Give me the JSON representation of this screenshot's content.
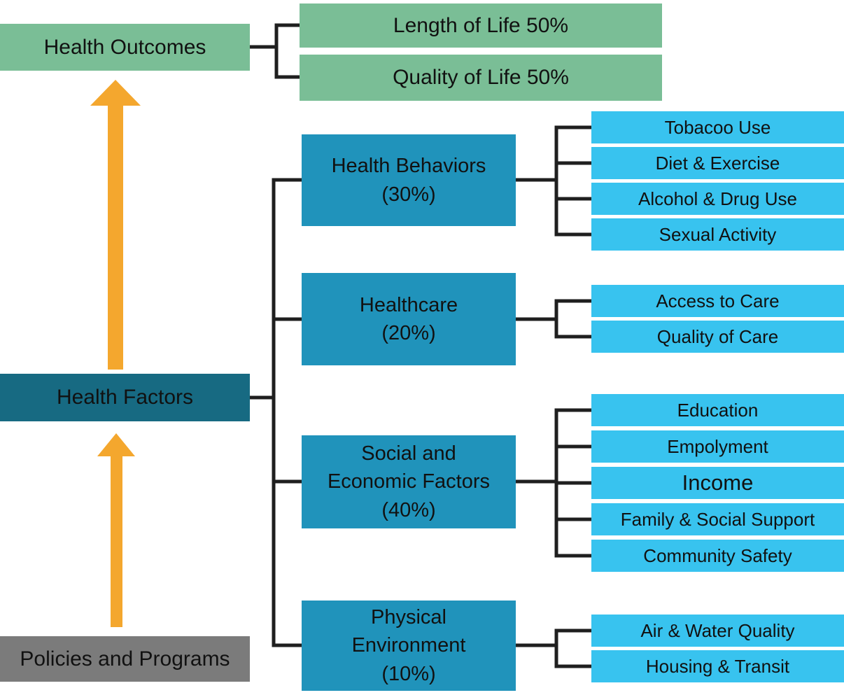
{
  "colors": {
    "outcomes_green": "#7abe96",
    "factor_blue": "#2093bb",
    "health_factors_teal": "#176a82",
    "child_cyan": "#38c3ef",
    "policies_gray": "#7b7b7b",
    "arrow_orange": "#f4a72e",
    "line_black": "#1f1f1f"
  },
  "nodes": {
    "health_outcomes": "Health Outcomes",
    "health_factors": "Health Factors",
    "policies_and_programs": "Policies and Programs"
  },
  "outcomes": [
    {
      "label": "Length of Life 50%"
    },
    {
      "label": "Quality of Life 50%"
    }
  ],
  "factors": [
    {
      "lines": [
        "Health Behaviors",
        "(30%)"
      ],
      "children": [
        {
          "label": "Tobacoo Use"
        },
        {
          "label": "Diet & Exercise"
        },
        {
          "label": "Alcohol & Drug Use"
        },
        {
          "label": "Sexual Activity"
        }
      ]
    },
    {
      "lines": [
        "Healthcare",
        "(20%)"
      ],
      "children": [
        {
          "label": "Access to Care"
        },
        {
          "label": "Quality of Care"
        }
      ]
    },
    {
      "lines": [
        "Social and",
        "Economic Factors",
        "(40%)"
      ],
      "children": [
        {
          "label": "Education"
        },
        {
          "label": "Empolyment"
        },
        {
          "label": "Income"
        },
        {
          "label": "Family & Social Support"
        },
        {
          "label": "Community Safety"
        }
      ]
    },
    {
      "lines": [
        "Physical",
        "Environment",
        "(10%)"
      ],
      "children": [
        {
          "label": "Air & Water Quality"
        },
        {
          "label": "Housing & Transit"
        }
      ]
    }
  ]
}
